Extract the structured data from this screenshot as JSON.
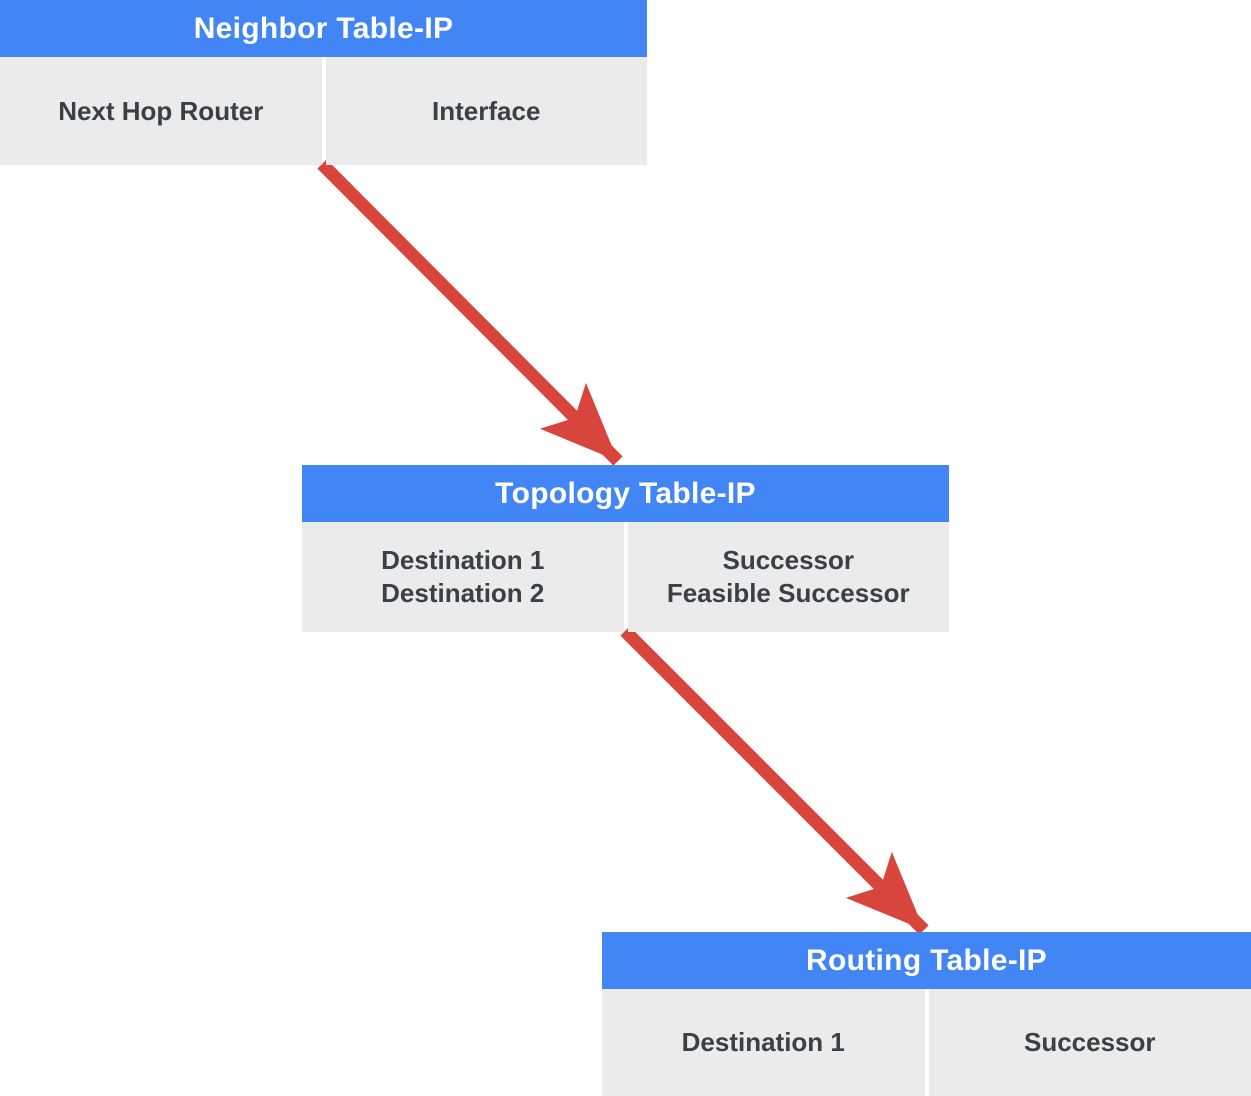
{
  "colors": {
    "header_bg": "#4285F4",
    "header_text": "#FFFFFF",
    "body_bg": "#EBEBEB",
    "cell_text": "#3C4043",
    "arrow": "#D8453C",
    "page_bg": "#FFFFFF"
  },
  "tables": [
    {
      "title": "Neighbor Table-IP",
      "columns": [
        [
          "Next Hop Router"
        ],
        [
          "Interface"
        ]
      ]
    },
    {
      "title": "Topology Table-IP",
      "columns": [
        [
          "Destination 1",
          "Destination 2"
        ],
        [
          "Successor",
          "Feasible Successor"
        ]
      ]
    },
    {
      "title": "Routing Table-IP",
      "columns": [
        [
          "Destination 1"
        ],
        [
          "Successor"
        ]
      ]
    }
  ]
}
